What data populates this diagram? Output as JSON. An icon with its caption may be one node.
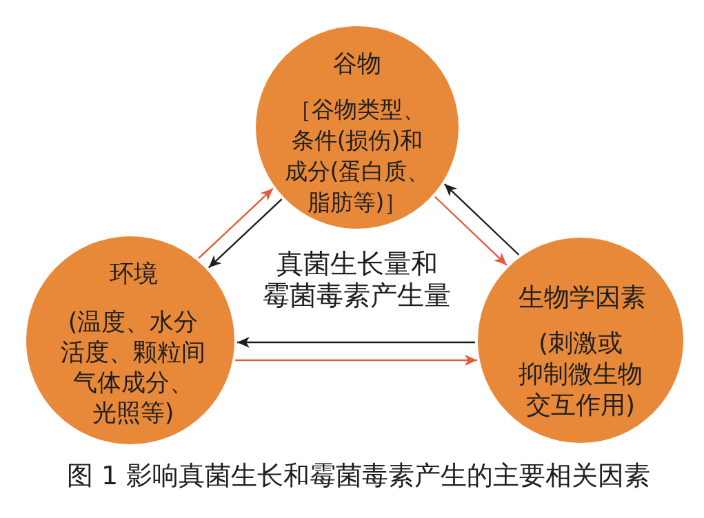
{
  "diagram": {
    "caption": "图 1 影响真菌生长和霉菌毒素产生的主要相关因素",
    "nodes": [
      {
        "text": [
          "谷物",
          "［谷物类型、条件(损伤)和成分(蛋白质、脂肪等)］"
        ]
      },
      {
        "text": [
          "环境",
          "(温度、水分活度、颗粒间气体成分、光照等)"
        ]
      },
      {
        "text": [
          "生物学因素",
          "(刺激或抑制微生物交互作用)"
        ]
      }
    ],
    "edges": [
      {
        "from": 1,
        "to": 0,
        "arrow": "to",
        "color": "#e25b3d"
      },
      {
        "from": 0,
        "to": 1,
        "arrow": "to",
        "color": "#1e1e1e"
      },
      {
        "from": 0,
        "to": 2,
        "arrow": "to",
        "color": "#e25b3d"
      },
      {
        "from": 2,
        "to": 0,
        "arrow": "to",
        "color": "#1e1e1e"
      },
      {
        "from": 2,
        "to": 1,
        "arrow": "to",
        "color": "#1e1e1e"
      },
      {
        "from": 1,
        "to": 2,
        "arrow": "to",
        "color": "#e25b3d"
      }
    ],
    "labels": [
      "真菌生长量和霉菌毒素产生量"
    ]
  }
}
